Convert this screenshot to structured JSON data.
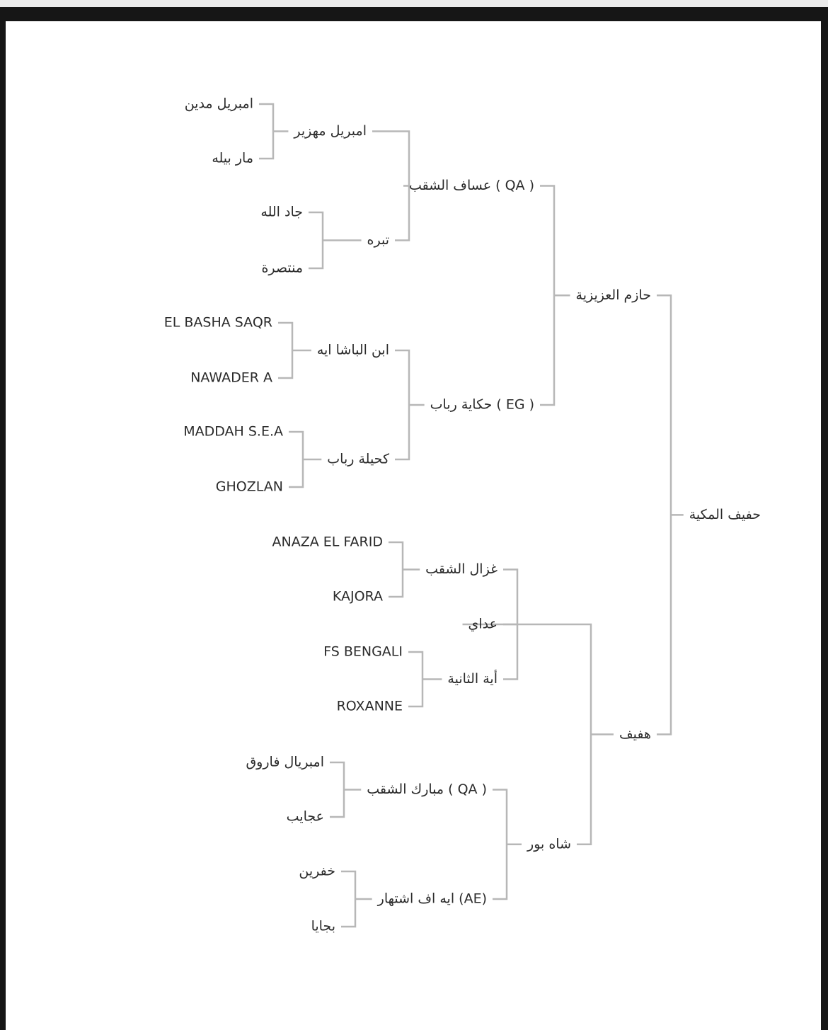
{
  "bracket": {
    "champion": "حفيف المكية",
    "semifinal": [
      "حازم العزيزية",
      "هفيف"
    ],
    "quarterfinal": [
      "عساف الشقب ( QA )",
      "حكاية رباب ( EG )",
      "عداي",
      "شاه بور"
    ],
    "round_of_16": [
      "امبريل مهزير",
      "تبره",
      "ابن الباشا ايه",
      "كحيلة رباب",
      "غزال الشقب",
      "أية الثانية",
      "مبارك الشقب ( QA )",
      "ايه اف اشتهار (AE)"
    ],
    "round_of_32": [
      "امبريل مدين",
      "مار بيله",
      "جاد الله",
      "منتصرة",
      "EL BASHA SAQR",
      "NAWADER A",
      "MADDAH S.E.A",
      "GHOZLAN",
      "ANAZA EL FARID",
      "KAJORA",
      "FS BENGALI",
      "ROXANNE",
      "امبريال فاروق",
      "عجايب",
      "خفرين",
      "بجايا"
    ]
  },
  "colors": {
    "background": "#161616",
    "panel": "#ffffff",
    "connector": "#b7b7b7",
    "text": "#2b2b2b"
  }
}
